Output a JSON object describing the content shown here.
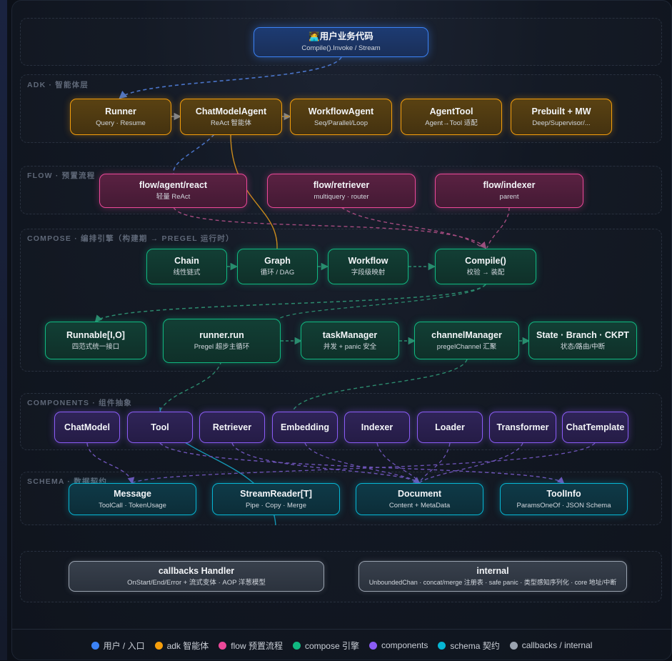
{
  "bands": {
    "adk": "ADK · 智能体层",
    "flow": "FLOW · 预置流程",
    "compose": "COMPOSE · 编排引擎（构建期 → PREGEL 运行时）",
    "components": "COMPONENTS · 组件抽象",
    "schema": "SCHEMA · 数据契约"
  },
  "user": {
    "title": "🧑‍💻用户业务代码",
    "sub": "Compile().Invoke / Stream"
  },
  "adk": [
    {
      "title": "Runner",
      "sub": "Query · Resume"
    },
    {
      "title": "ChatModelAgent",
      "sub": "ReAct 智能体"
    },
    {
      "title": "WorkflowAgent",
      "sub": "Seq/Parallel/Loop"
    },
    {
      "title": "AgentTool",
      "sub": "Agent→Tool 适配"
    },
    {
      "title": "Prebuilt + MW",
      "sub": "Deep/Supervisor/..."
    }
  ],
  "flow": [
    {
      "title": "flow/agent/react",
      "sub": "轻量 ReAct"
    },
    {
      "title": "flow/retriever",
      "sub": "multiquery · router"
    },
    {
      "title": "flow/indexer",
      "sub": "parent"
    }
  ],
  "compose_build": [
    {
      "title": "Chain",
      "sub": "线性链式"
    },
    {
      "title": "Graph",
      "sub": "循环 / DAG"
    },
    {
      "title": "Workflow",
      "sub": "字段级映射"
    },
    {
      "title": "Compile()",
      "sub": "校验 → 装配"
    }
  ],
  "compose_run": [
    {
      "title": "Runnable[I,O]",
      "sub": "四范式统一接口"
    },
    {
      "title": "runner.run",
      "sub": "Pregel 超步主循环"
    },
    {
      "title": "taskManager",
      "sub": "并发 + panic 安全"
    },
    {
      "title": "channelManager",
      "sub": "pregelChannel 汇聚"
    },
    {
      "title": "State · Branch · CKPT",
      "sub": "状态/路由/中断"
    }
  ],
  "components": [
    {
      "title": "ChatModel"
    },
    {
      "title": "Tool"
    },
    {
      "title": "Retriever"
    },
    {
      "title": "Embedding"
    },
    {
      "title": "Indexer"
    },
    {
      "title": "Loader"
    },
    {
      "title": "Transformer"
    },
    {
      "title": "ChatTemplate"
    }
  ],
  "schema": [
    {
      "title": "Message",
      "sub": "ToolCall · TokenUsage"
    },
    {
      "title": "StreamReader[T]",
      "sub": "Pipe · Copy · Merge"
    },
    {
      "title": "Document",
      "sub": "Content + MetaData"
    },
    {
      "title": "ToolInfo",
      "sub": "ParamsOneOf · JSON Schema"
    }
  ],
  "callbacks": {
    "title": "callbacks Handler",
    "sub": "OnStart/End/Error + 流式变体 · AOP 洋葱模型"
  },
  "internal": {
    "title": "internal",
    "sub": "UnboundedChan · concat/merge 注册表 · safe panic · 类型感知序列化 · core 地址/中断"
  },
  "legend": [
    {
      "label": "用户 / 入口",
      "color": "#3b82f6"
    },
    {
      "label": "adk 智能体",
      "color": "#f59e0b"
    },
    {
      "label": "flow 预置流程",
      "color": "#ec4899"
    },
    {
      "label": "compose 引擎",
      "color": "#10b981"
    },
    {
      "label": "components",
      "color": "#8b5cf6"
    },
    {
      "label": "schema 契约",
      "color": "#06b6d4"
    },
    {
      "label": "callbacks / internal",
      "color": "#9aa3b0"
    }
  ]
}
